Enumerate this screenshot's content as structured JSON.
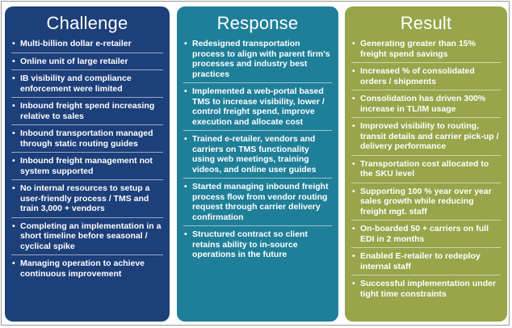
{
  "columns": [
    {
      "title": "Challenge",
      "color": "#1d3f7a",
      "items": [
        "Multi-billion dollar e-retailer",
        "Online unit of large retailer",
        "IB visibility and compliance enforcement were limited",
        "Inbound freight spend increasing relative to sales",
        "Inbound transportation managed through static routing guides",
        "Inbound freight management not system supported",
        "No internal resources to setup a user-friendly process / TMS and train 3,000 + vendors",
        "Completing an implementation in a short timeline before seasonal / cyclical spike",
        "Managing operation to achieve continuous improvement"
      ]
    },
    {
      "title": "Response",
      "color": "#1f7f99",
      "items": [
        "Redesigned transportation process to align with parent firm's processes and industry best practices",
        "Implemented a web-portal based TMS to increase visibility, lower / control freight spend, improve execution and allocate cost",
        "Trained e-retailer, vendors and carriers on TMS functionality using web meetings, training videos, and online user guides",
        "Started managing inbound freight process flow from vendor routing request through carrier delivery confirmation",
        "Structured contract so client retains ability to in-source operations in the future"
      ]
    },
    {
      "title": "Result",
      "color": "#98a54a",
      "items": [
        "Generating greater than 15% freight spend savings",
        "Increased % of consolidated orders / shipments",
        "Consolidation has driven 300% increase in TL/IM usage",
        "Improved visibility to routing, transit details and carrier pick-up / delivery performance",
        "Transportation cost allocated to the SKU level",
        "Supporting 100 % year over year sales growth while reducing freight mgt. staff",
        "On-boarded 50 + carriers on full EDI in 2 months",
        "Enabled E-retailer to redeploy internal staff",
        "Successful implementation under tight time constraints"
      ]
    }
  ]
}
